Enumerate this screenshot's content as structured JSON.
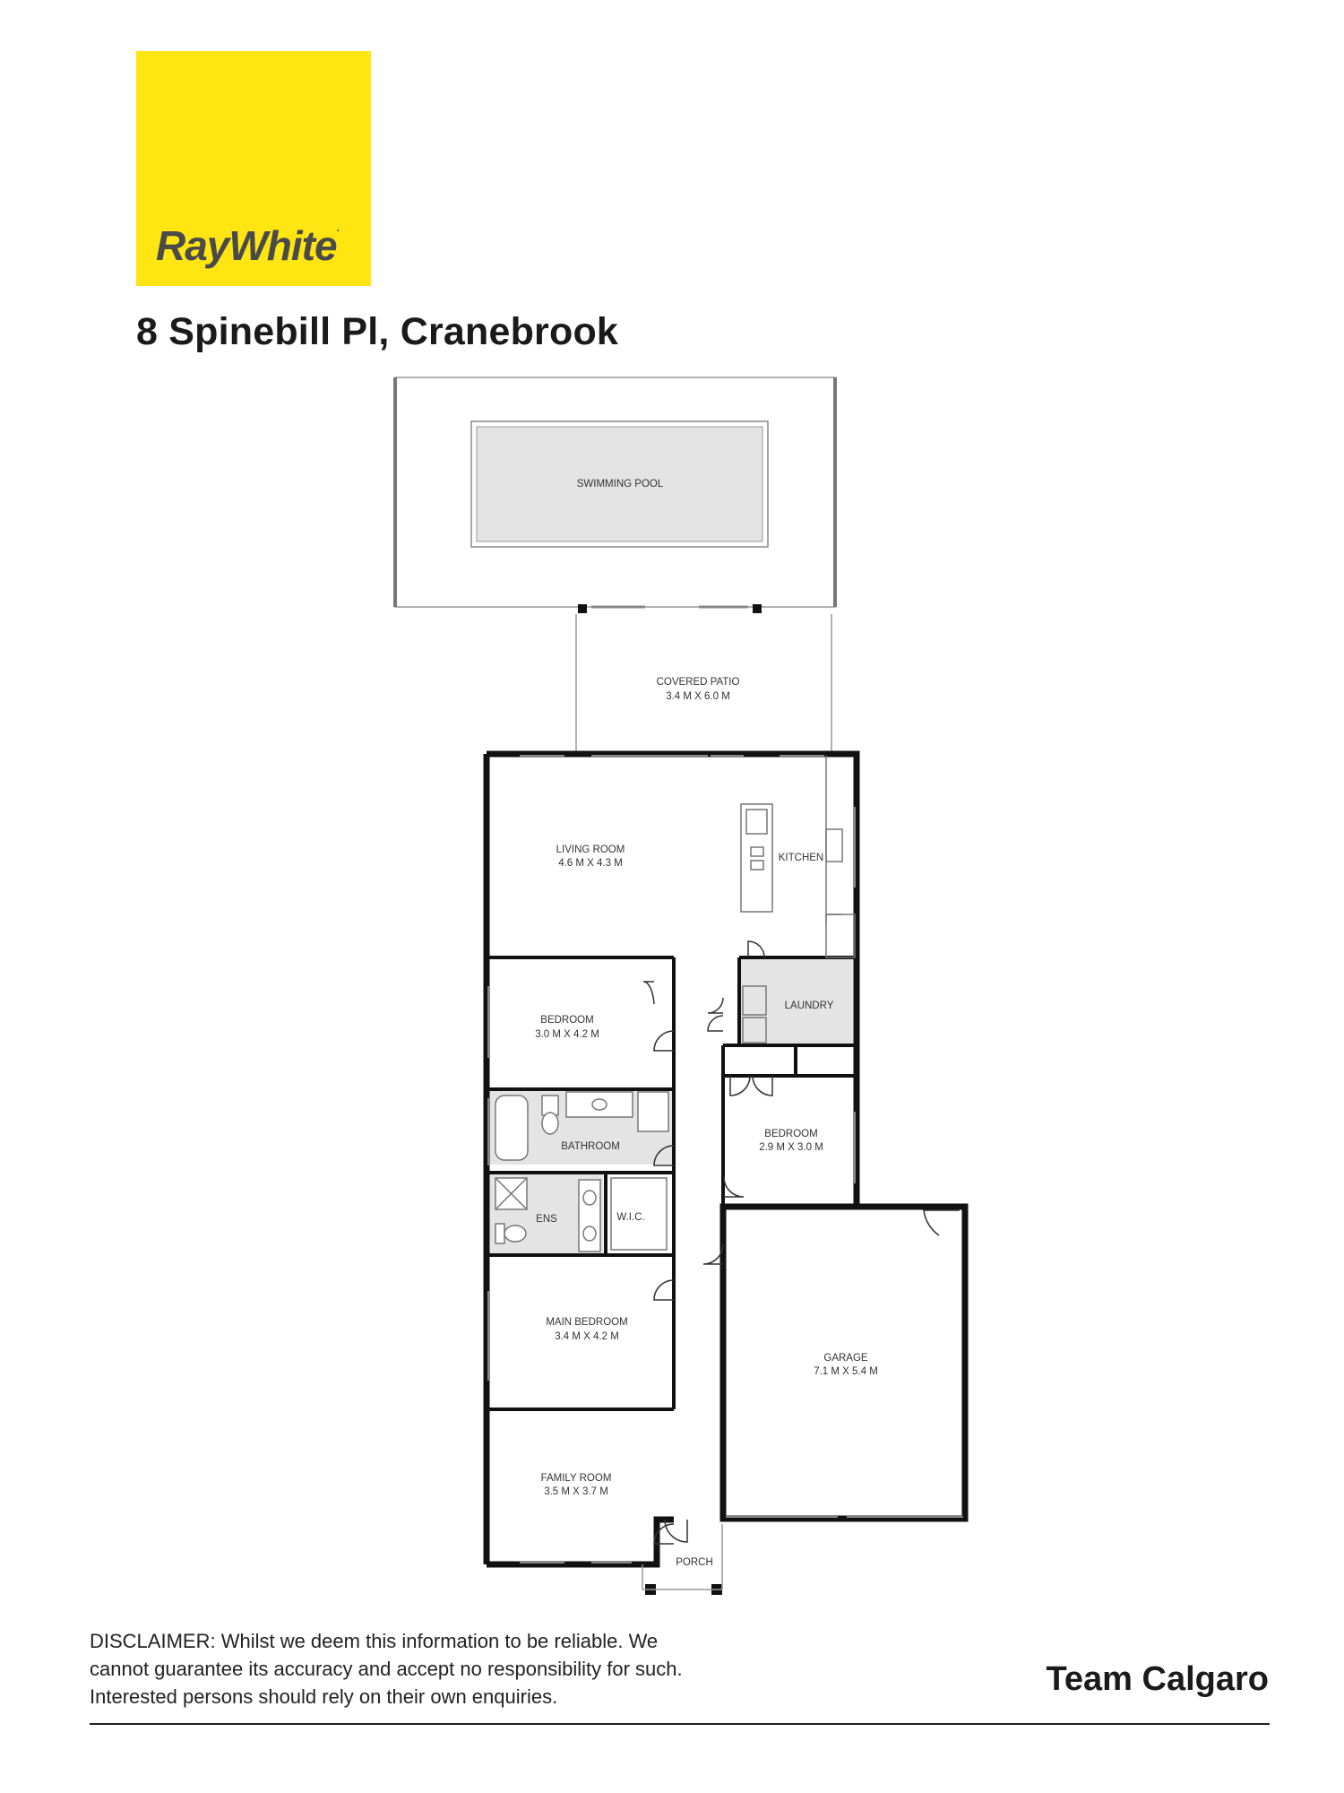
{
  "logo": {
    "text": "RayWhite",
    "mark": "."
  },
  "address": "8 Spinebill Pl, Cranebrook",
  "rooms": {
    "swimming_pool": {
      "name": "SWIMMING POOL"
    },
    "covered_patio": {
      "name": "COVERED PATIO",
      "size": "3.4 M X 6.0 M"
    },
    "living_room": {
      "name": "LIVING ROOM",
      "size": "4.6 M X 4.3 M"
    },
    "kitchen": {
      "name": "KITCHEN"
    },
    "bedroom_1": {
      "name": "BEDROOM",
      "size": "3.0 M X 4.2 M"
    },
    "laundry": {
      "name": "LAUNDRY"
    },
    "bathroom": {
      "name": "BATHROOM"
    },
    "bedroom_2": {
      "name": "BEDROOM",
      "size": "2.9 M X 3.0 M"
    },
    "ensuite": {
      "name": "ENS"
    },
    "wic": {
      "name": "W.I.C."
    },
    "main_bedroom": {
      "name": "MAIN BEDROOM",
      "size": "3.4 M X 4.2 M"
    },
    "garage": {
      "name": "GARAGE",
      "size": "7.1 M X 5.4 M"
    },
    "family_room": {
      "name": "FAMILY ROOM",
      "size": "3.5 M X 3.7 M"
    },
    "porch": {
      "name": "PORCH"
    }
  },
  "disclaimer": [
    "DISCLAIMER: Whilst we deem this information to be reliable. We",
    "cannot guarantee its accuracy and accept no responsibility for such.",
    "Interested persons should rely on their own enquiries."
  ],
  "agent": "Team Calgaro",
  "colors": {
    "brand_yellow": "#ffe512",
    "wet_area_fill": "#e4e4e4",
    "pool_fill": "#e3e3e3"
  }
}
